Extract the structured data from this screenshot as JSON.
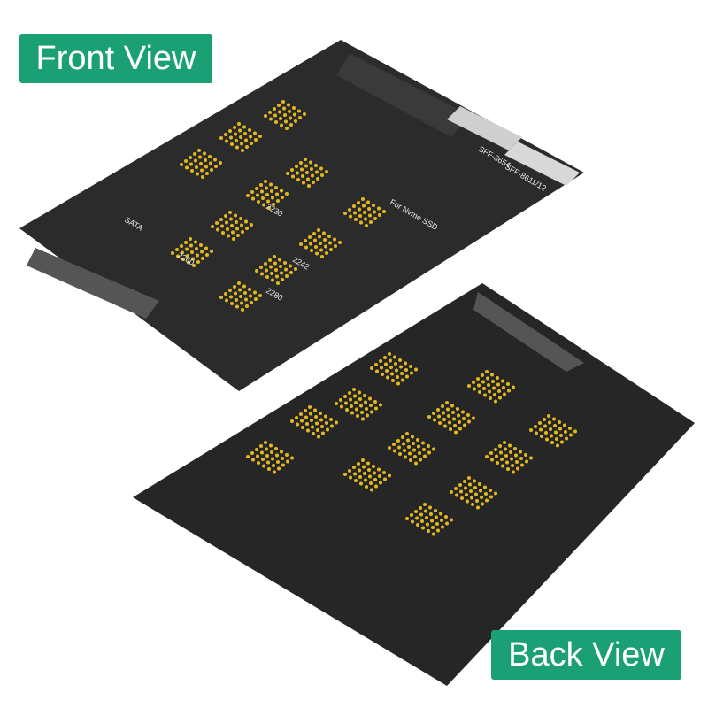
{
  "labels": {
    "front": "Front View",
    "back": "Back View"
  },
  "colors": {
    "label_bg": "#1b9f75",
    "pcb": "#2b2b2b",
    "gold": "#e3b81e"
  },
  "front_board": {
    "silkscreen": [
      "SFF-8654",
      "SFF-8611/12",
      "SATA",
      "For Nvme SSD",
      "2280",
      "2260",
      "2242",
      "2230"
    ]
  }
}
